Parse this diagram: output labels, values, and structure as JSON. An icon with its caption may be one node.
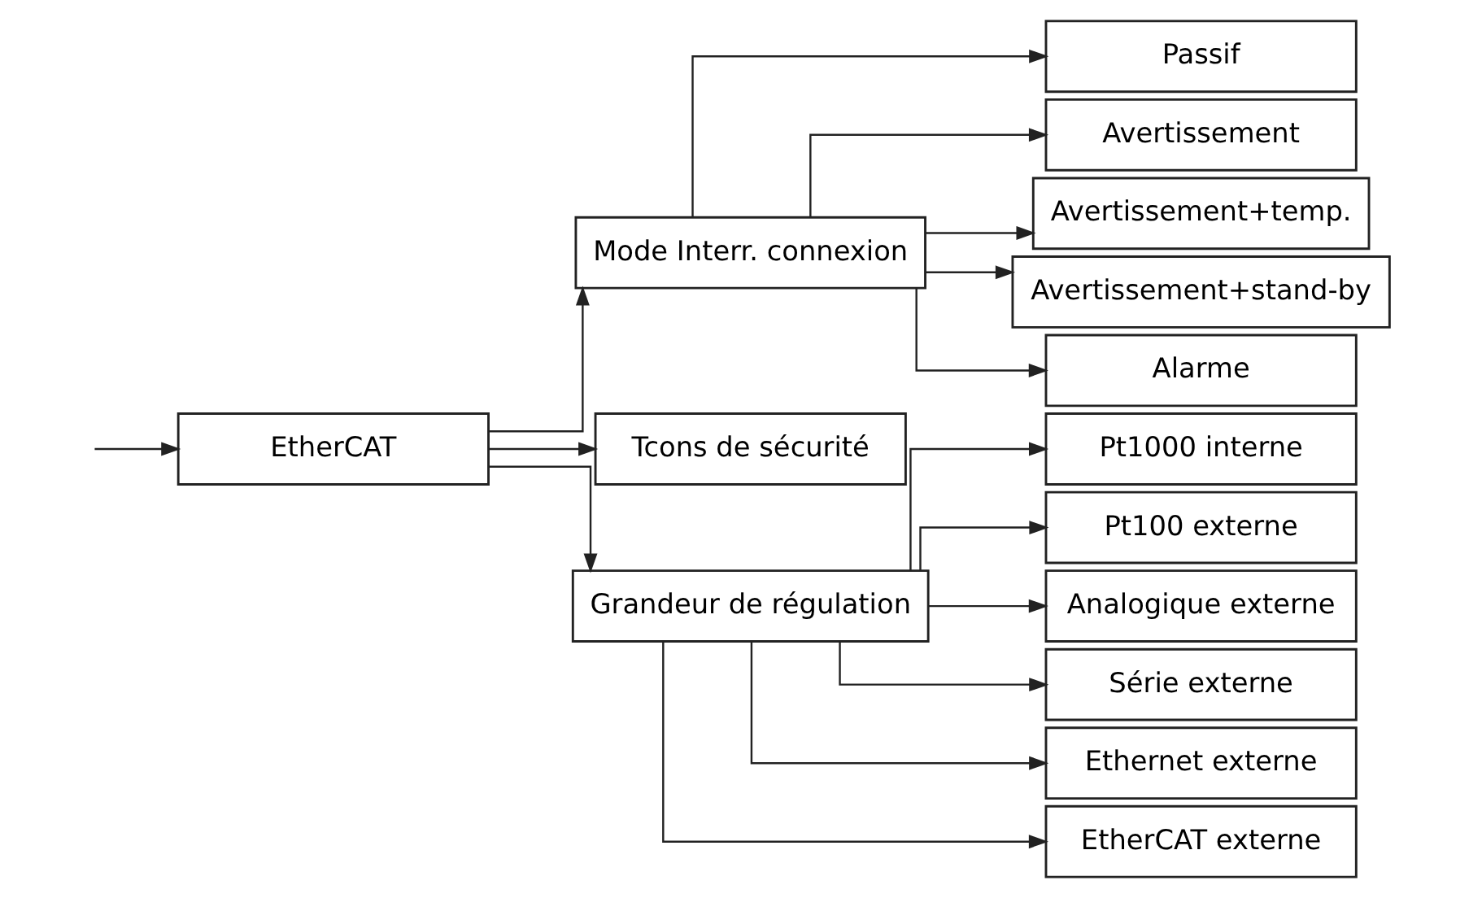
{
  "diagram": {
    "nodes": [
      {
        "text": [
          "EtherCAT"
        ]
      },
      {
        "text": [
          "Mode Interr. connexion"
        ]
      },
      {
        "text": [
          "Tcons de sécurité"
        ]
      },
      {
        "text": [
          "Grandeur de régulation"
        ]
      },
      {
        "text": [
          "Passif"
        ]
      },
      {
        "text": [
          "Avertissement"
        ]
      },
      {
        "text": [
          "Avertissement+temp."
        ]
      },
      {
        "text": [
          "Avertissement+stand-by"
        ]
      },
      {
        "text": [
          "Alarme"
        ]
      },
      {
        "text": [
          "Pt1000 interne"
        ]
      },
      {
        "text": [
          "Pt100 externe"
        ]
      },
      {
        "text": [
          "Analogique externe"
        ]
      },
      {
        "text": [
          "Série externe"
        ]
      },
      {
        "text": [
          "Ethernet externe"
        ]
      },
      {
        "text": [
          "EtherCAT externe"
        ]
      }
    ],
    "edges": [
      {
        "from": null,
        "to": 0,
        "arrow": "to"
      },
      {
        "from": 0,
        "to": 1,
        "arrow": "to"
      },
      {
        "from": 0,
        "to": 2,
        "arrow": "to"
      },
      {
        "from": 0,
        "to": 3,
        "arrow": "to"
      },
      {
        "from": 1,
        "to": 4,
        "arrow": "to"
      },
      {
        "from": 1,
        "to": 5,
        "arrow": "to"
      },
      {
        "from": 1,
        "to": 6,
        "arrow": "to"
      },
      {
        "from": 1,
        "to": 7,
        "arrow": "to"
      },
      {
        "from": 1,
        "to": 8,
        "arrow": "to"
      },
      {
        "from": 3,
        "to": 9,
        "arrow": "to"
      },
      {
        "from": 3,
        "to": 10,
        "arrow": "to"
      },
      {
        "from": 3,
        "to": 11,
        "arrow": "to"
      },
      {
        "from": 3,
        "to": 12,
        "arrow": "to"
      },
      {
        "from": 3,
        "to": 13,
        "arrow": "to"
      },
      {
        "from": 3,
        "to": 14,
        "arrow": "to"
      }
    ]
  }
}
